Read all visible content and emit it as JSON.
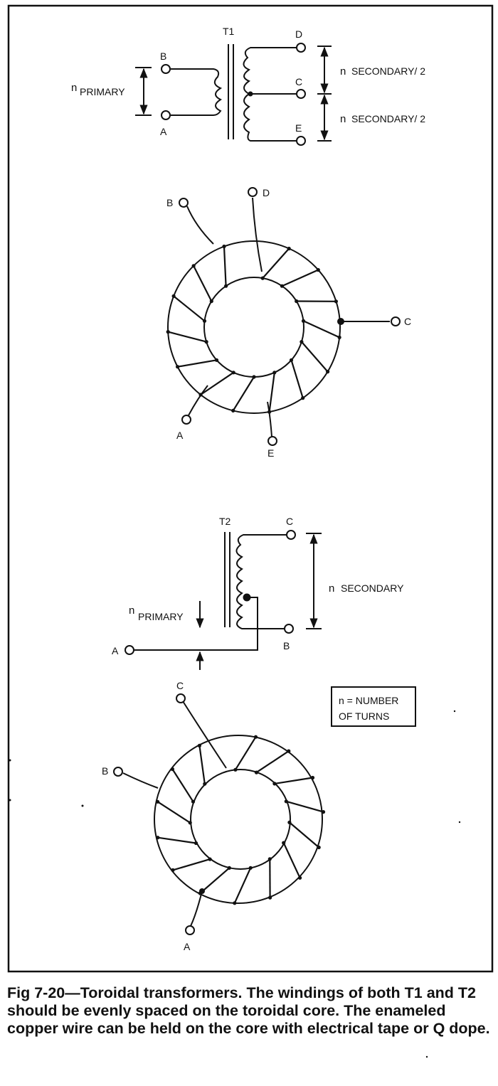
{
  "labels": {
    "t1": "T1",
    "t2": "T2",
    "n": "n",
    "primary": "PRIMARY",
    "secondary_half_1": "SECONDARY/ 2",
    "secondary_half_2": "SECONDARY/ 2",
    "secondary": "SECONDARY",
    "a": "A",
    "b": "B",
    "c": "C",
    "d": "D",
    "e": "E"
  },
  "legend": {
    "line1": "n = NUMBER",
    "line2": "OF TURNS"
  },
  "caption": "Fig 7-20—Toroidal transformers. The windings of both T1 and T2 should be evenly spaced on the toroidal core. The enameled copper wire can be held on the core with electrical tape or Q dope."
}
